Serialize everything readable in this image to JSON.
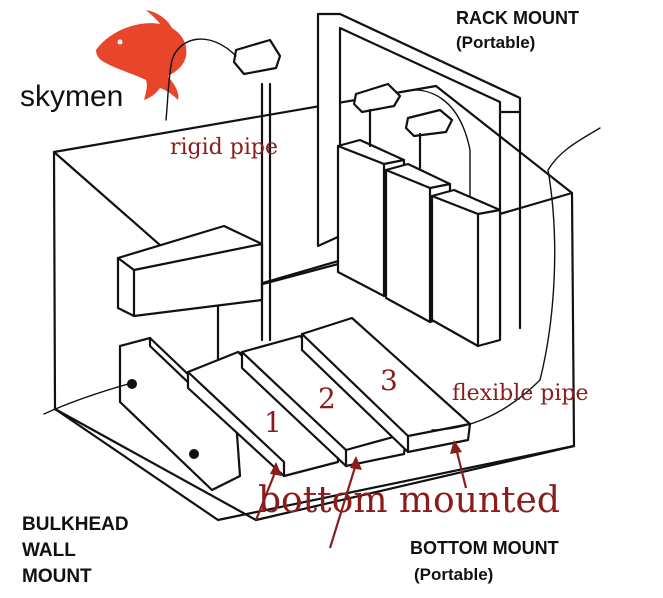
{
  "brand": {
    "name": "skymen",
    "colors": {
      "dolphin": "#e8462a",
      "text": "#111111"
    }
  },
  "labels": {
    "rack_mount": "RACK MOUNT",
    "rack_mount_sub": "(Portable)",
    "rigid_pipe": "rigid pipe",
    "flexible_pipe": "flexible pipe",
    "bottom_mounted": "bottom mounted",
    "bulkhead_1": "BULKHEAD",
    "bulkhead_2": "WALL",
    "bulkhead_3": "MOUNT",
    "bottom_mount": "BOTTOM MOUNT",
    "bottom_mount_sub": "(Portable)",
    "transducer_1": "1",
    "transducer_2": "2",
    "transducer_3": "3"
  },
  "colors": {
    "annotation": "#8b1c1c",
    "ink": "#111111"
  }
}
